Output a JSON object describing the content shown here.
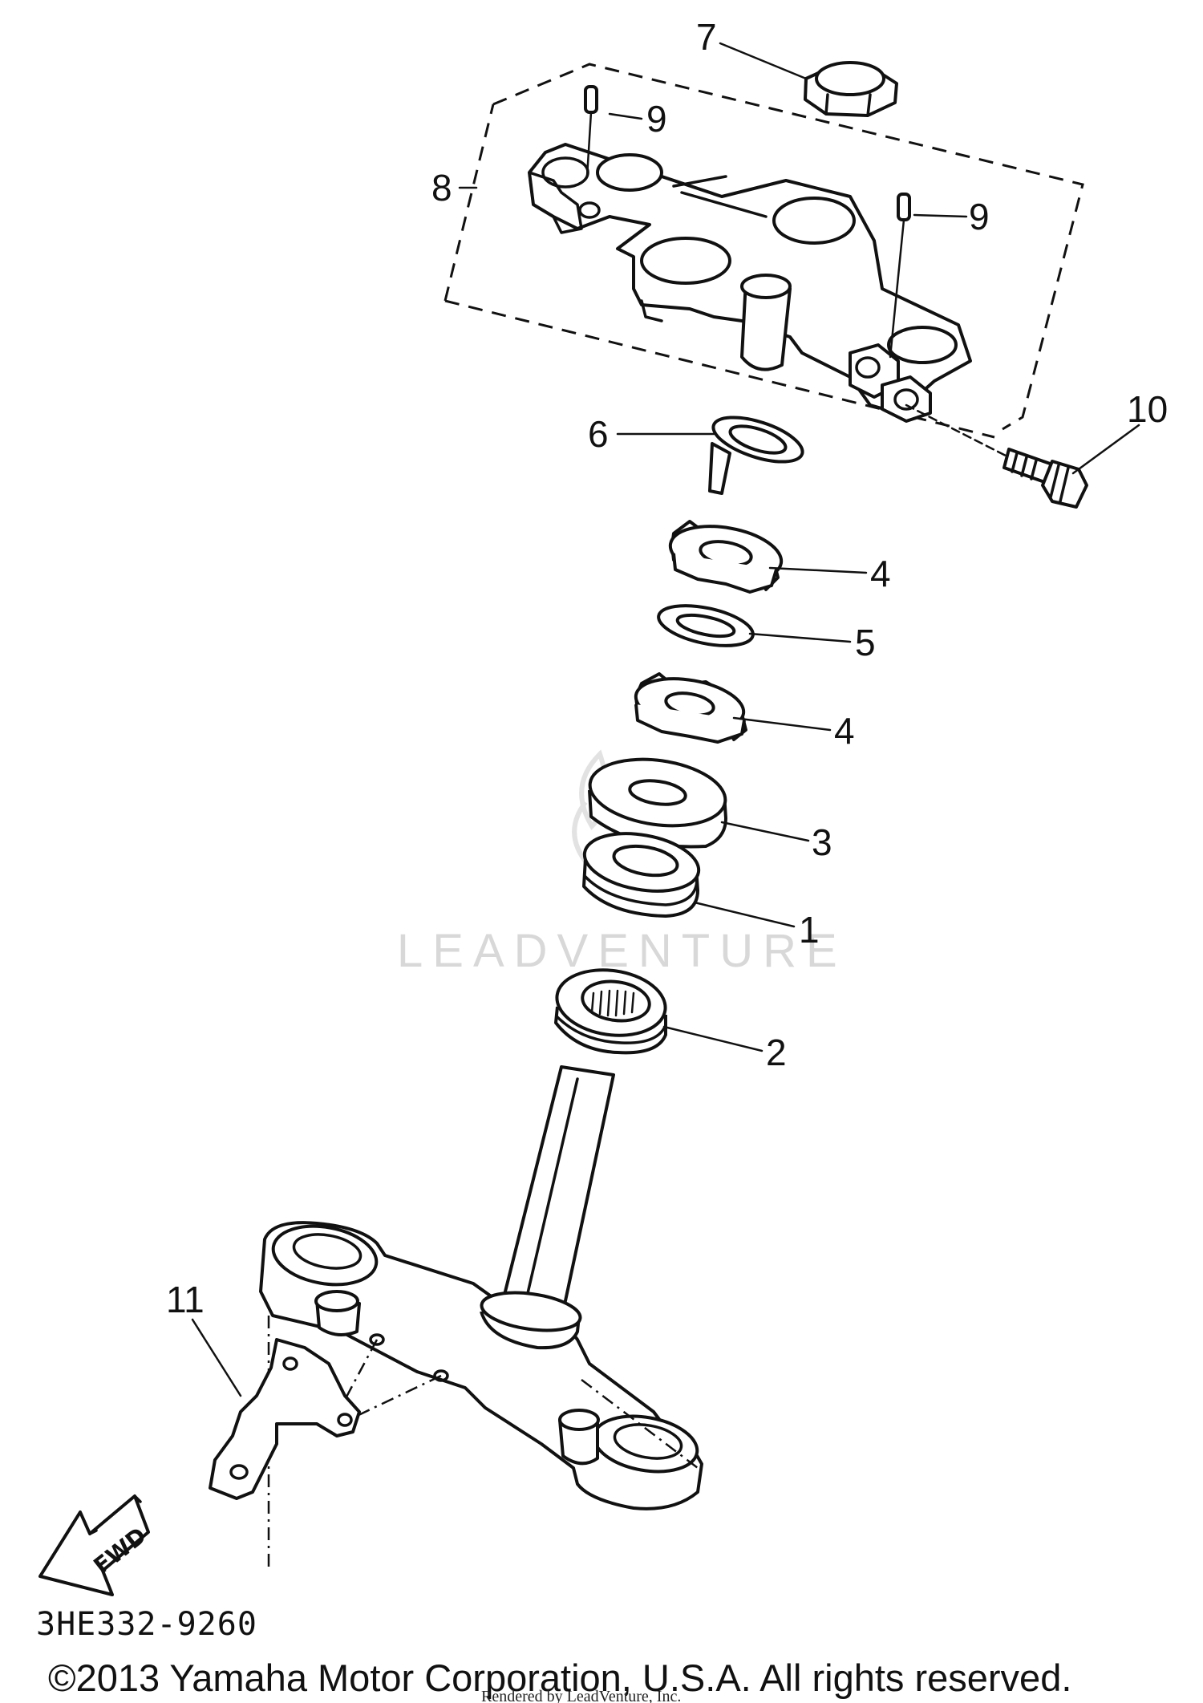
{
  "diagram": {
    "watermark": "LEADVENTURE",
    "callouts": [
      {
        "id": "c7",
        "label": "7"
      },
      {
        "id": "c9a",
        "label": "9"
      },
      {
        "id": "c8",
        "label": "8"
      },
      {
        "id": "c9b",
        "label": "9"
      },
      {
        "id": "c10",
        "label": "10"
      },
      {
        "id": "c6",
        "label": "6"
      },
      {
        "id": "c4a",
        "label": "4"
      },
      {
        "id": "c5",
        "label": "5"
      },
      {
        "id": "c4b",
        "label": "4"
      },
      {
        "id": "c3",
        "label": "3"
      },
      {
        "id": "c1",
        "label": "1"
      },
      {
        "id": "c2",
        "label": "2"
      },
      {
        "id": "c11",
        "label": "11"
      }
    ],
    "fwd_label": "FWD",
    "part_code": "3HE332-9260"
  },
  "footer": {
    "copyright": "©2013 Yamaha Motor Corporation, U.S.A. All rights reserved.",
    "rendered_by": "Rendered by LeadVenture, Inc."
  }
}
